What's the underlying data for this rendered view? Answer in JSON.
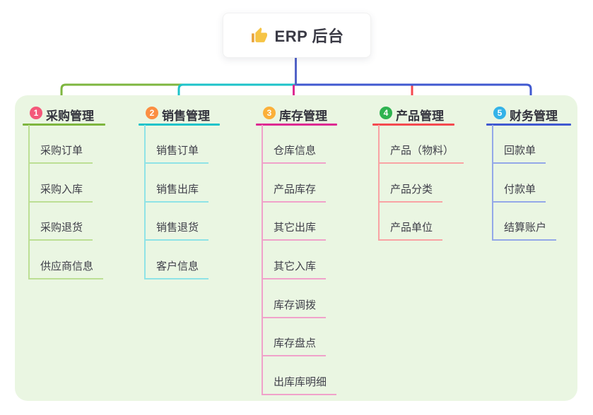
{
  "root": {
    "label": "ERP 后台",
    "icon": "thumbs-up-icon"
  },
  "branches": [
    {
      "badge": "1",
      "label": "采购管理",
      "badge_color": "#f4587a",
      "line_color": "#7eb63f",
      "child_line_color": "#bcdf94",
      "children": [
        "采购订单",
        "采购入库",
        "采购退货",
        "供应商信息"
      ]
    },
    {
      "badge": "2",
      "label": "销售管理",
      "badge_color": "#fb8e42",
      "line_color": "#1dc3c9",
      "child_line_color": "#8fe3e6",
      "children": [
        "销售订单",
        "销售出库",
        "销售退货",
        "客户信息"
      ]
    },
    {
      "badge": "3",
      "label": "库存管理",
      "badge_color": "#fbb03a",
      "line_color": "#dd2a92",
      "child_line_color": "#f0a2ca",
      "children": [
        "仓库信息",
        "产品库存",
        "其它出库",
        "其它入库",
        "库存调拨",
        "库存盘点",
        "出库库明细"
      ]
    },
    {
      "badge": "4",
      "label": "产品管理",
      "badge_color": "#2eb350",
      "line_color": "#f4494f",
      "child_line_color": "#f9a3a4",
      "children": [
        "产品（物料）",
        "产品分类",
        "产品单位"
      ]
    },
    {
      "badge": "5",
      "label": "财务管理",
      "badge_color": "#34b3e8",
      "line_color": "#4059d0",
      "child_line_color": "#94a8e8",
      "children": [
        "回款单",
        "付款单",
        "结算账户"
      ]
    }
  ],
  "colors": {
    "canvas_bg": "#ffffff",
    "panel_bg": "#eaf6e2",
    "root_line": "#5263c8",
    "root_text": "#3a3a45",
    "header_text": "#33333d",
    "child_text": "#3f3f49",
    "thumb_yellow": "#f6c445",
    "thumb_cuff": "#e8a33d"
  }
}
